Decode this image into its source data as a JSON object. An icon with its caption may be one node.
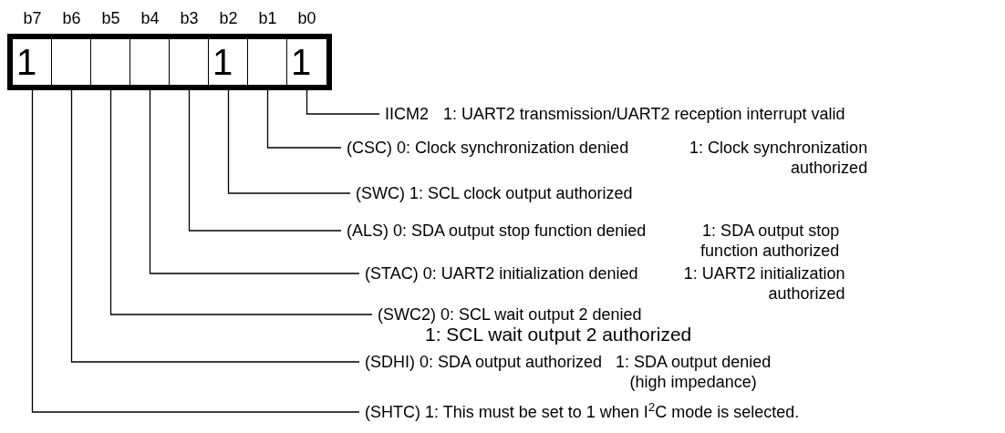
{
  "diagram": {
    "nodes": [
      {
        "text": [],
        "shape": "box"
      },
      {
        "text": [
          "1"
        ],
        "in": 0
      },
      {
        "text": [],
        "shape": "box",
        "in": 0
      },
      {
        "text": [],
        "shape": "box",
        "in": 0
      },
      {
        "text": [],
        "shape": "box",
        "in": 0
      },
      {
        "text": [],
        "shape": "box",
        "in": 0
      },
      {
        "text": [
          "1"
        ],
        "in": 0
      },
      {
        "text": [],
        "shape": "box",
        "in": 0
      },
      {
        "text": [
          "1"
        ],
        "in": 0
      },
      {
        "text": [
          "IICM2",
          "1: UART2 transmission/UART2 reception interrupt valid"
        ]
      },
      {
        "text": [
          "(CSC) 0: Clock synchronization denied",
          "1: Clock synchronization authorized"
        ]
      },
      {
        "text": [
          "(SWC) 1: SCL clock output authorized"
        ]
      },
      {
        "text": [
          "(ALS) 0: SDA output stop function denied",
          "1: SDA output stop function authorized"
        ]
      },
      {
        "text": [
          "(STAC) 0: UART2 initialization denied",
          "1: UART2 initialization authorized"
        ]
      },
      {
        "text": [
          "(SWC2) 0: SCL wait output 2 denied",
          "1: SCL wait output 2 authorized"
        ]
      },
      {
        "text": [
          "(SDHI) 0: SDA output authorized",
          "1: SDA output denied (high impedance)"
        ]
      },
      {
        "text": [
          "(SHTC) 1: This must be set to 1 when I$^{2}$C mode is selected."
        ]
      }
    ],
    "edges": [
      {
        "from": 8,
        "to": 9,
        "arrow": "none"
      },
      {
        "from": 7,
        "to": 10,
        "arrow": "none"
      },
      {
        "from": 6,
        "to": 11,
        "arrow": "none"
      },
      {
        "from": 5,
        "to": 12,
        "arrow": "none"
      },
      {
        "from": 4,
        "to": 13,
        "arrow": "none"
      },
      {
        "from": 3,
        "to": 14,
        "arrow": "none"
      },
      {
        "from": 2,
        "to": 15,
        "arrow": "none"
      },
      {
        "from": 1,
        "to": 16,
        "arrow": "none"
      }
    ],
    "labels": [
      "b7",
      "b6",
      "b5",
      "b4",
      "b3",
      "b2",
      "b1",
      "b0"
    ]
  }
}
